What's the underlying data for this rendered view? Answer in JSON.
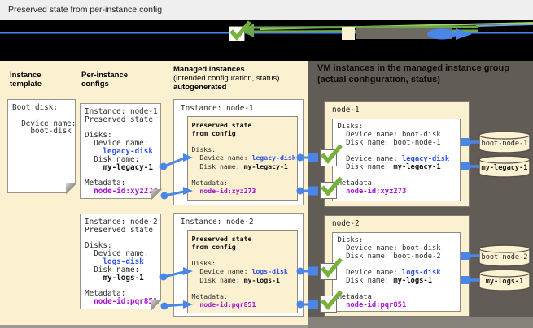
{
  "window": {
    "title": "Preserved state from per-instance config"
  },
  "legend": {
    "items": [
      {
        "icon": "status-checkbox-icon"
      },
      {
        "icon": "preserved-state-swatch"
      },
      {
        "icon": "intent-arrow-oval"
      }
    ]
  },
  "left_panel": {
    "columns": [
      {
        "title": "Instance template"
      },
      {
        "title": "Per-instance configs"
      },
      {
        "title_line1": "Managed instances",
        "title_line2": "(intended configuration, status)",
        "title_line3": "autogenerated"
      }
    ],
    "instance_template": {
      "lines": [
        [
          [
            "Boot disk:",
            "p"
          ]
        ],
        [],
        [
          [
            "  Device name:",
            "p"
          ]
        ],
        [
          [
            "    boot-disk",
            "p"
          ]
        ]
      ]
    },
    "per_instance_configs": {
      "cards": [
        {
          "lines": [
            [
              [
                "Instance: node-1",
                "p"
              ]
            ],
            [
              [
                "Preserved state",
                "p"
              ]
            ],
            [],
            [
              [
                "Disks:",
                "p"
              ]
            ],
            [
              [
                "  Device name:",
                "p"
              ]
            ],
            [
              [
                "    legacy-disk",
                "blue"
              ]
            ],
            [
              [
                "  Disk name:",
                "p"
              ]
            ],
            [
              [
                "    my-legacy-1",
                "b"
              ]
            ],
            [],
            [
              [
                "Metadata:",
                "p"
              ]
            ],
            [
              [
                "  node-id:xyz273",
                "pur"
              ]
            ]
          ]
        },
        {
          "lines": [
            [
              [
                "Instance: node-2",
                "p"
              ]
            ],
            [
              [
                "Preserved state",
                "p"
              ]
            ],
            [],
            [
              [
                "Disks:",
                "p"
              ]
            ],
            [
              [
                "  Device name:",
                "p"
              ]
            ],
            [
              [
                "    logs-disk",
                "blue"
              ]
            ],
            [
              [
                "  Disk name:",
                "p"
              ]
            ],
            [
              [
                "    my-logs-1",
                "b"
              ]
            ],
            [],
            [
              [
                "Metadata:",
                "p"
              ]
            ],
            [
              [
                "  node-id:pqr851",
                "pur"
              ]
            ]
          ]
        }
      ]
    },
    "managed_instances": {
      "cards": [
        {
          "title": "Instance: node-1",
          "inner_lines": [
            [
              [
                "Preserved state",
                "b"
              ]
            ],
            [
              [
                "from config",
                "b"
              ]
            ],
            [],
            [
              [
                "Disks:",
                "p"
              ]
            ],
            [
              [
                "  Device name: ",
                "p"
              ],
              [
                "legacy-disk",
                "blue"
              ]
            ],
            [
              [
                "  Disk name: ",
                "p"
              ],
              [
                "my-legacy-1",
                "b"
              ]
            ],
            [],
            [
              [
                "Metadata:",
                "p"
              ]
            ],
            [
              [
                "  ",
                "p"
              ],
              [
                "node-id:xyz273",
                "pur"
              ]
            ]
          ]
        },
        {
          "title": "Instance: node-2",
          "inner_lines": [
            [
              [
                "Preserved state",
                "b"
              ]
            ],
            [
              [
                "from config",
                "b"
              ]
            ],
            [],
            [
              [
                "Disks:",
                "p"
              ]
            ],
            [
              [
                "  Device name: ",
                "p"
              ],
              [
                "logs-disk",
                "blue"
              ]
            ],
            [
              [
                "  Disk name: ",
                "p"
              ],
              [
                "my-logs-1",
                "b"
              ]
            ],
            [],
            [
              [
                "Metadata:",
                "p"
              ]
            ],
            [
              [
                "  ",
                "p"
              ],
              [
                "node-id:pqr851",
                "pur"
              ]
            ]
          ]
        }
      ]
    }
  },
  "right_panel": {
    "heading_line1": "VM instances in the managed instance group",
    "heading_line2": "(actual configuration, status)",
    "nodes": [
      {
        "label": "node-1",
        "lines": [
          [
            [
              "Disks:",
              "p"
            ]
          ],
          [
            [
              "  Device name: boot-disk",
              "p"
            ]
          ],
          [
            [
              "  Disk name: boot-node-1",
              "p"
            ]
          ],
          [],
          [
            [
              "  Device name: ",
              "p"
            ],
            [
              "legacy-disk",
              "blue"
            ]
          ],
          [
            [
              "  Disk name: ",
              "p"
            ],
            [
              "my-legacy-1",
              "b"
            ]
          ],
          [],
          [
            [
              "Metadata:",
              "p"
            ]
          ],
          [
            [
              "  ",
              "p"
            ],
            [
              "node-id:xyz273",
              "pur"
            ]
          ]
        ],
        "disks": [
          {
            "label": "boot-node-1"
          },
          {
            "label": "my-legacy-1"
          }
        ]
      },
      {
        "label": "node-2",
        "lines": [
          [
            [
              "Disks:",
              "p"
            ]
          ],
          [
            [
              "  Device name: boot-disk",
              "p"
            ]
          ],
          [
            [
              "  Disk name: boot-node-2",
              "p"
            ]
          ],
          [],
          [
            [
              "  Device name: ",
              "p"
            ],
            [
              "logs-disk",
              "blue"
            ]
          ],
          [
            [
              "  Disk name: ",
              "p"
            ],
            [
              "my-logs-1",
              "b"
            ]
          ],
          [],
          [
            [
              "Metadata:",
              "p"
            ]
          ],
          [
            [
              "  ",
              "p"
            ],
            [
              "node-id:pqr851",
              "pur"
            ]
          ]
        ],
        "disks": [
          {
            "label": "boot-node-2"
          },
          {
            "label": "my-logs-1"
          }
        ]
      }
    ]
  },
  "colors": {
    "device_name_blue": "#2e51e4",
    "metadata_purple": "#a713d6",
    "connector_blue": "#4a86e8",
    "status_green": "#76b13c",
    "preserved_state_beige": "#fbf1d1",
    "vm_panel_dark": "#615c55"
  }
}
